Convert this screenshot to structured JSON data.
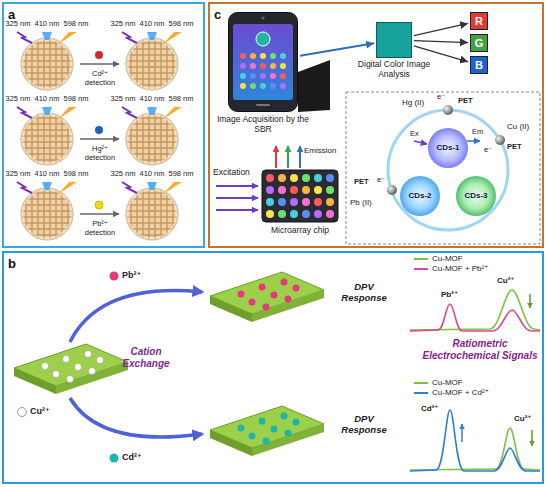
{
  "diagram": {
    "nodes": [
      {
        "text": [
          "a"
        ]
      },
      {
        "text": [
          "c"
        ]
      },
      {
        "text": [
          "Image Acquisition by the SBR"
        ],
        "in": 1
      },
      {
        "text": [
          "Digital Color Image Analysis"
        ],
        "in": 1
      },
      {
        "text": [
          "R"
        ],
        "in": 1
      },
      {
        "text": [
          "G"
        ],
        "in": 1
      },
      {
        "text": [
          "B"
        ],
        "in": 1
      },
      {
        "text": [
          "CDs-1"
        ],
        "in": 1
      },
      {
        "text": [
          "CDs-2"
        ],
        "in": 1
      },
      {
        "text": [
          "CDs-3"
        ],
        "in": 1
      },
      {
        "text": [
          "b"
        ]
      }
    ],
    "edges": [
      {
        "from": 2,
        "to": 3,
        "arrow": "to"
      },
      {
        "from": 3,
        "to": 4,
        "arrow": "to"
      },
      {
        "from": 3,
        "to": 5,
        "arrow": "to"
      },
      {
        "from": 3,
        "to": 6,
        "arrow": "to"
      }
    ],
    "labels": [
      "325 nm",
      "410 nm",
      "598 nm",
      "325 nm",
      "410 nm",
      "598 nm",
      "Cd²⁺ detection",
      "325 nm",
      "410 nm",
      "598 nm",
      "325 nm",
      "410 nm",
      "598 nm",
      "Hg²⁺ detection",
      "325 nm",
      "410 nm",
      "598 nm",
      "325 nm",
      "410 nm",
      "598 nm",
      "Pb²⁺ detection",
      "Emission",
      "Hg (II)",
      "e⁻",
      "PET",
      "e⁻",
      "Cu (II)",
      "PET",
      "Ex",
      "Em",
      "PET",
      "e⁻",
      "Pb (II)",
      "Excitation",
      "Microarray chip",
      "Pb²⁺",
      "Cation Exchange",
      "Cu²⁺",
      "Cd²⁺",
      "DPV Response",
      "DPV Response",
      "Ratiometric Electrochemical Signals",
      "Pb²⁺",
      "Cu²⁺",
      "Cd²⁺",
      "Cu²⁺"
    ],
    "legend": [
      {
        "text": "Cu-MOF"
      },
      {
        "text": "Cu-MOF + Pb²⁺"
      },
      {
        "text": "Cu-MOF"
      },
      {
        "text": "Cu-MOF + Cd²⁺"
      }
    ]
  }
}
